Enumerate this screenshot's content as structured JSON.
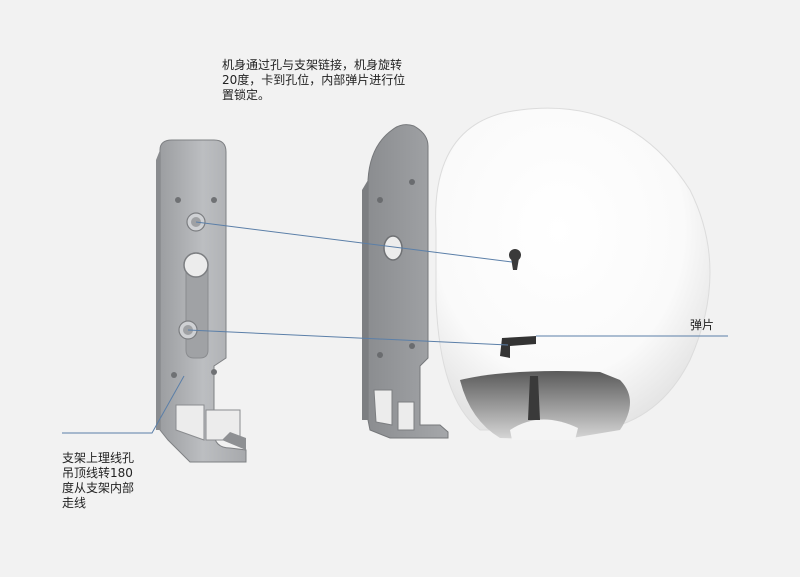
{
  "annotations": {
    "top_note": "机身通过孔与支架链接，机身旋转\n20度，卡到孔位，内部弹片进行位\n置锁定。",
    "spring_note": "弹片",
    "bottom_note": "支架上理线孔\n吊顶线转180\n度从支架内部\n走线"
  },
  "colors": {
    "background": "#f2f2f2",
    "bracket": "#b3b5b8",
    "bracket_shadow": "#8e9093",
    "device": "#ffffff",
    "leader_line": "#5b7fa8"
  }
}
